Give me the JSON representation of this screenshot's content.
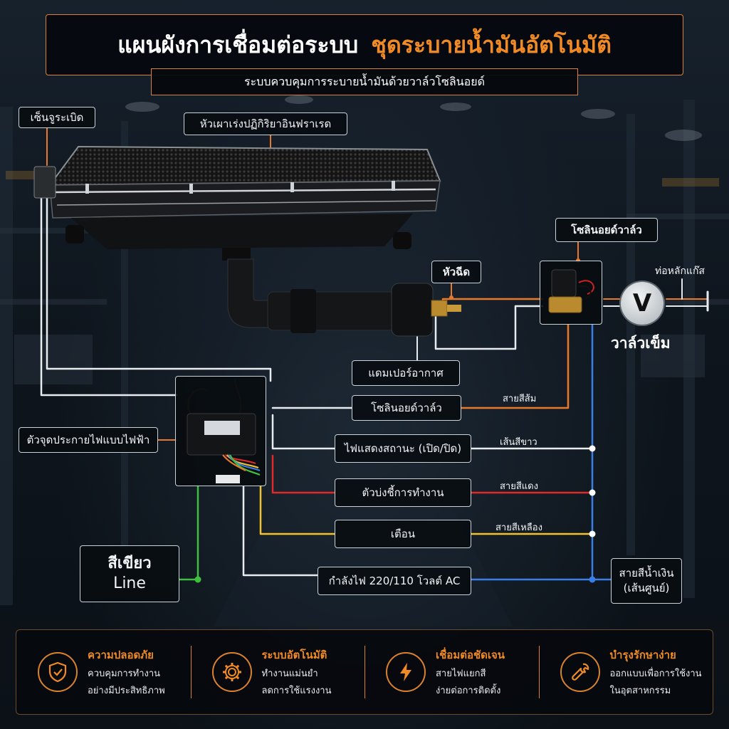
{
  "title": {
    "main": "แผนผังการเชื่อมต่อระบบ",
    "accent": "ชุดระบายน้ำมันอัตโนมัติ"
  },
  "subtitle": "ระบบควบคุมการระบายน้ำมันด้วยวาล์วโซลินอยด์",
  "components": {
    "thermocouple": "เซ็นจูระเบิด",
    "burner": "หัวเผาเร่งปฏิกิริยาอินฟราเรด",
    "nozzle": "หัวฉีด",
    "solenoid_valve": "โซลินอยด์วาล์ว",
    "gas_main": "ท่อหลักแก๊ส",
    "needle_valve": "วาล์วเข็ม",
    "needle_valve_symbol": "V",
    "air_damper": "แดมเปอร์อากาศ",
    "igniter": "ตัวจุดประกายไฟแบบไฟฟ้า"
  },
  "wiring": [
    {
      "label": "โซลินอยด์วาล์ว",
      "wire": "สายสีส้ม",
      "color": "#e8792a"
    },
    {
      "label": "ไฟแสดงสถานะ (เปิด/ปิด)",
      "wire": "เส้นสีขาว",
      "color": "#f2f2f2"
    },
    {
      "label": "ตัวบ่งชี้การทำงาน",
      "wire": "สายสีแดง",
      "color": "#e02a2a"
    },
    {
      "label": "เตือน",
      "wire": "สายสีเหลือง",
      "color": "#f2c12e"
    },
    {
      "label": "กำลังไฟ 220/110 โวลต์ AC",
      "wire": "",
      "color": "#3a7ee8"
    }
  ],
  "green_line": {
    "line1": "สีเขียว",
    "line2": "Line",
    "color": "#3fbf3f"
  },
  "neutral": {
    "line1": "สายสีน้ำเงิน",
    "line2": "(เส้นศูนย์)",
    "color": "#3a7ee8"
  },
  "features": [
    {
      "icon": "shield-check-icon",
      "title": "ความปลอดภัย",
      "line1": "ควบคุมการทำงาน",
      "line2": "อย่างมีประสิทธิภาพ"
    },
    {
      "icon": "gear-icon",
      "title": "ระบบอัตโนมัติ",
      "line1": "ทำงานแม่นยำ",
      "line2": "ลดการใช้แรงงาน"
    },
    {
      "icon": "lightning-icon",
      "title": "เชื่อมต่อชัดเจน",
      "line1": "สายไฟแยกสี",
      "line2": "ง่ายต่อการติดตั้ง"
    },
    {
      "icon": "wrench-icon",
      "title": "บำรุงรักษาง่าย",
      "line1": "ออกแบบเพื่อการใช้งาน",
      "line2": "ในอุตสาหกรรม"
    }
  ],
  "accent_color": "#f08a24"
}
